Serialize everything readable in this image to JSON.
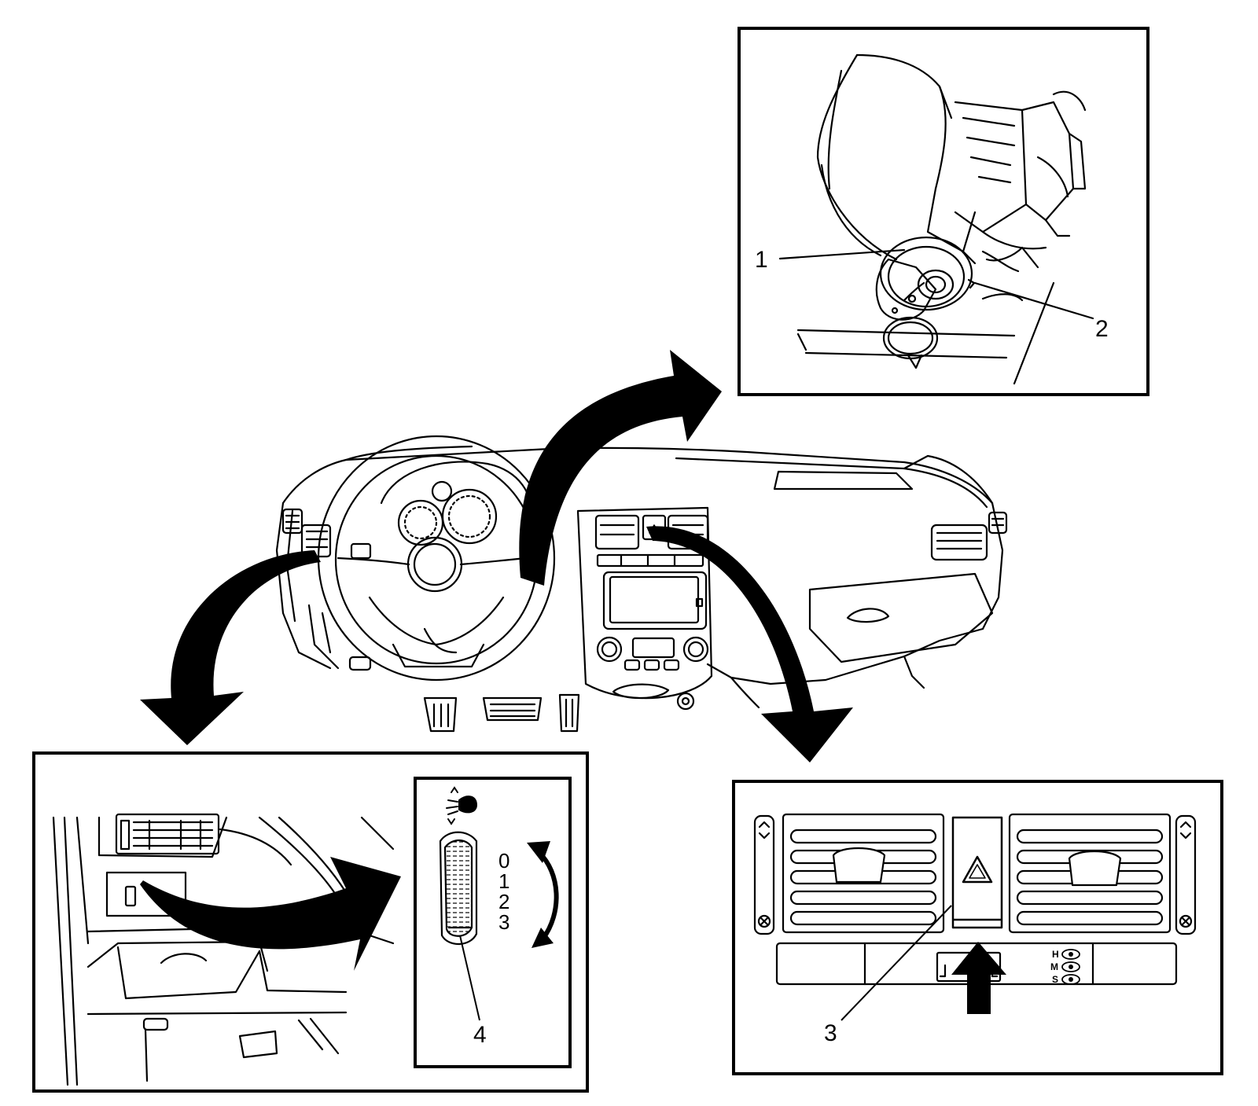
{
  "callouts": {
    "c1": "1",
    "c2": "2",
    "c3": "3",
    "c4": "4"
  },
  "headlamp_levels": [
    "0",
    "1",
    "2",
    "3"
  ],
  "hazard_panel_switch_labels": [
    "H",
    "M",
    "S"
  ],
  "icons": {
    "hazard": "hazard-triangle-icon",
    "headlamp_leveling": "headlamp-leveling-icon"
  },
  "colors": {
    "line": "#000000",
    "background": "#ffffff"
  }
}
